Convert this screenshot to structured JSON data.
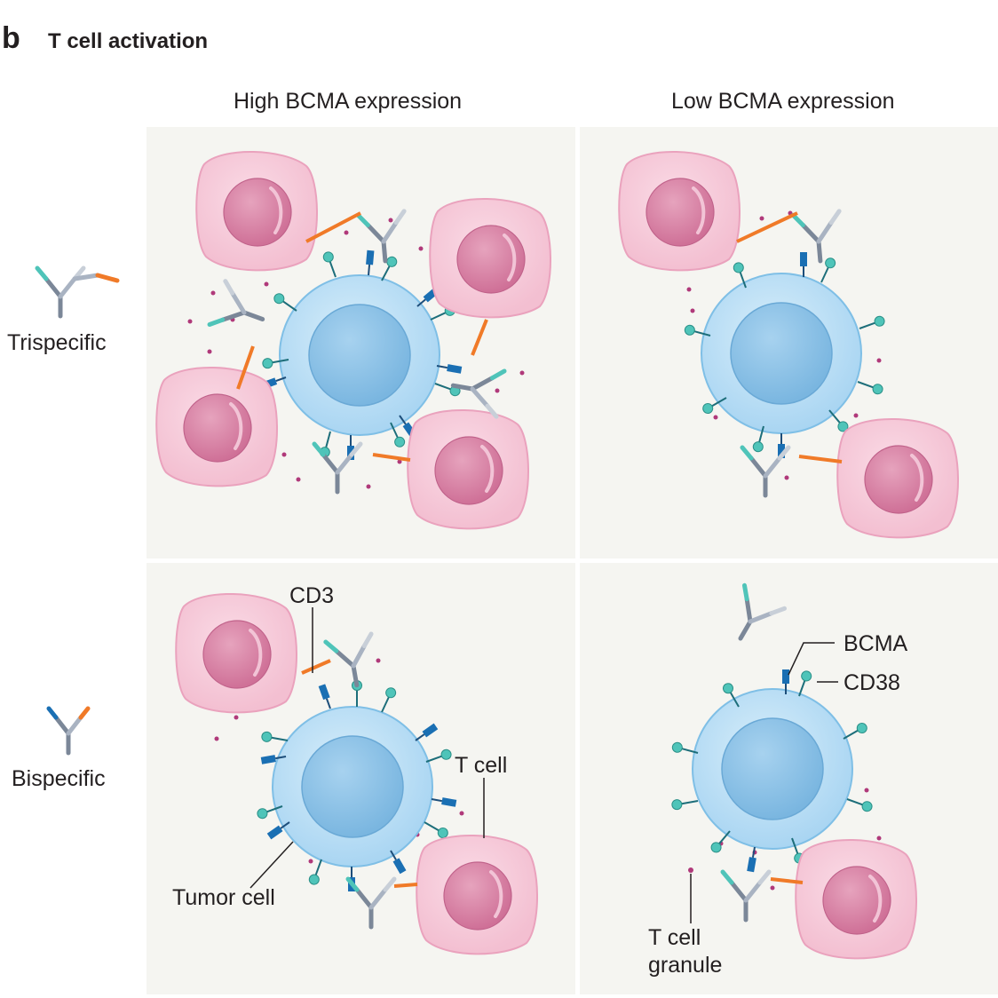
{
  "figure": {
    "panel_letter": "b",
    "title": "T cell activation"
  },
  "columns": [
    "High BCMA expression",
    "Low BCMA expression"
  ],
  "rows": [
    {
      "label": "Trispecific"
    },
    {
      "label": "Bispecific"
    }
  ],
  "callouts": {
    "cd3": "CD3",
    "t_cell": "T cell",
    "tumor_cell": "Tumor cell",
    "bcma": "BCMA",
    "cd38": "CD38",
    "granule_line1": "T cell",
    "granule_line2": "granule"
  },
  "colors": {
    "panel_bg": "#f5f5f1",
    "tumor_cell": "#bfe1f5",
    "tumor_nucleus": "#8ec4e8",
    "t_cell": "#f6c9d8",
    "t_cell_nucleus": "#dc86a6",
    "bcma": "#1a6fb3",
    "cd38": "#4fc4b9",
    "cd3_binder": "#f07a28",
    "antibody": "#8a96a8",
    "granule": "#b0397a"
  }
}
